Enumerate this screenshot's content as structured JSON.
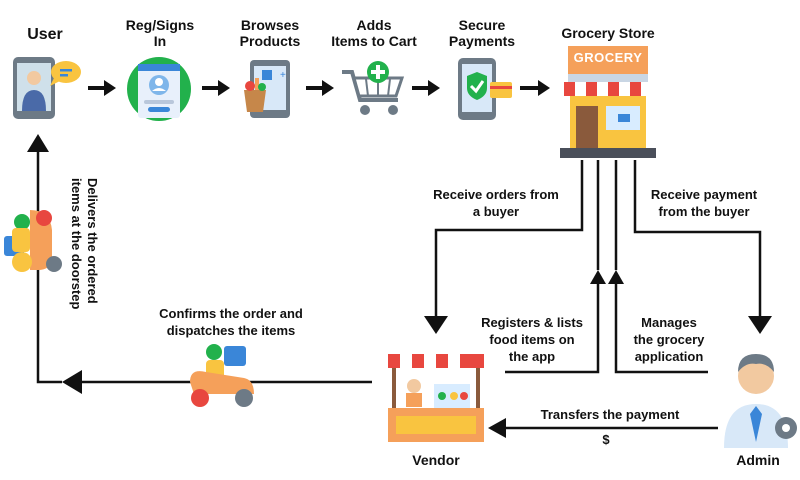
{
  "steps": {
    "user": "User",
    "reg": "Reg/Signs\nIn",
    "browse": "Browses\nProducts",
    "cart": "Adds\nItems to Cart",
    "pay": "Secure\nPayments",
    "store": "Grocery Store"
  },
  "store_sign": "GROCERY",
  "edges": {
    "receive_orders": "Receive orders from\na buyer",
    "receive_payment": "Receive payment\nfrom the buyer",
    "registers": "Registers & lists\nfood items on\nthe app",
    "manages": "Manages\nthe grocery\napplication",
    "transfers": "Transfers the payment",
    "currency": "$",
    "confirms": "Confirms the order and\ndispatches the items",
    "delivers": "Delivers the ordered\nitems at the doorstep"
  },
  "actors": {
    "vendor": "Vendor",
    "admin": "Admin"
  },
  "colors": {
    "arrow": "#111111",
    "green": "#22b14c",
    "orange": "#f5a05a",
    "red": "#e8473f",
    "blue": "#3a86d8",
    "yellow": "#f9c440"
  }
}
